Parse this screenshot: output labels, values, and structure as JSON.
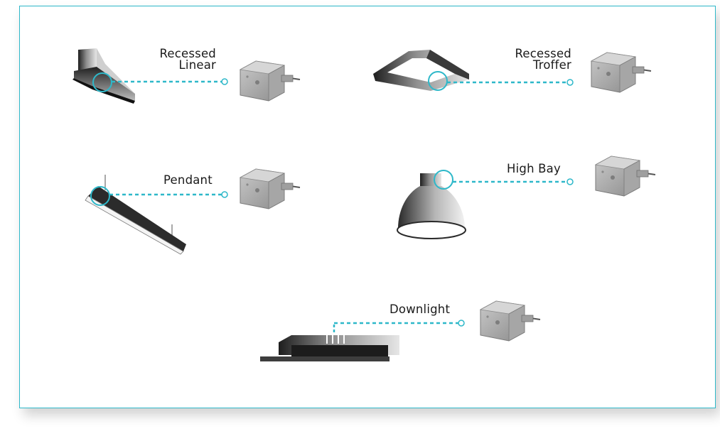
{
  "fixtures": [
    {
      "id": "recessed-linear",
      "label_lines": [
        "Recessed",
        "Linear"
      ]
    },
    {
      "id": "recessed-troffer",
      "label_lines": [
        "Recessed",
        "Troffer"
      ]
    },
    {
      "id": "pendant",
      "label_lines": [
        "Pendant"
      ]
    },
    {
      "id": "high-bay",
      "label_lines": [
        "High Bay"
      ]
    },
    {
      "id": "downlight",
      "label_lines": [
        "Downlight"
      ]
    }
  ],
  "colors": {
    "accent": "#2eb8c9",
    "fixture_dark": "#2a2a2a",
    "module_gray": "#9a9a9a"
  },
  "icons": [
    "fixture-icon",
    "sensor-module-icon"
  ]
}
